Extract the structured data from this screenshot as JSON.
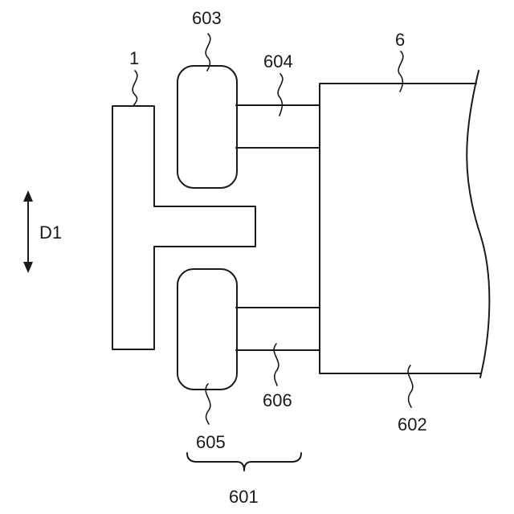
{
  "labels": {
    "part_1": "1",
    "part_603": "603",
    "part_604": "604",
    "part_6": "6",
    "direction_d1": "D1",
    "part_606": "606",
    "part_605": "605",
    "part_602": "602",
    "part_601": "601"
  },
  "colors": {
    "stroke": "#1a1a1a",
    "background": "#ffffff"
  }
}
